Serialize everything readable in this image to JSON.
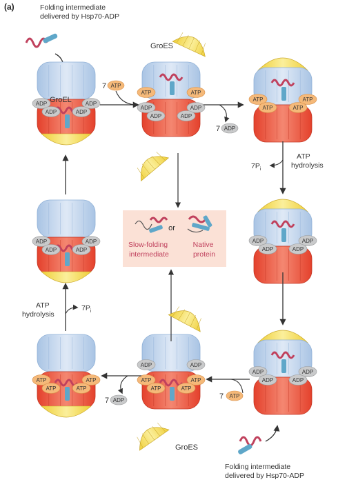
{
  "panel_label": "(a)",
  "labels": {
    "intermediate_top": [
      "Folding intermediate",
      "delivered by Hsp70-ADP"
    ],
    "intermediate_bottom": [
      "Folding intermediate",
      "delivered by Hsp70-ADP"
    ],
    "groes_top": "GroES",
    "groes_bottom": "GroES",
    "groel": "GroEL",
    "atp7_top": "7",
    "atp7_bottom": "7",
    "adp7_top": "7",
    "adp7_bottom": "7",
    "atp_hydrolysis_right": [
      "ATP",
      "hydrolysis"
    ],
    "atp_hydrolysis_left": [
      "ATP",
      "hydrolysis"
    ],
    "pi_right": "7P",
    "pi_left": "7P",
    "pi_sub": "i",
    "slow_folding": [
      "Slow-folding",
      "intermediate"
    ],
    "native": [
      "Native",
      "protein"
    ],
    "or": "or"
  },
  "badges": {
    "atp": "ATP",
    "adp": "ADP"
  },
  "colors": {
    "groel_blue": "#c6daef",
    "groel_blue_stroke": "#8fb0d6",
    "groel_red": "#ee5a45",
    "groel_red_light": "#f6a08c",
    "groes_yellow": "#f7e26b",
    "atp_orange": "#f5b979",
    "adp_gray": "#c9cacb",
    "center_box": "#fbe1d6",
    "helix": "#c0415d",
    "strand": "#5fa7c9"
  }
}
